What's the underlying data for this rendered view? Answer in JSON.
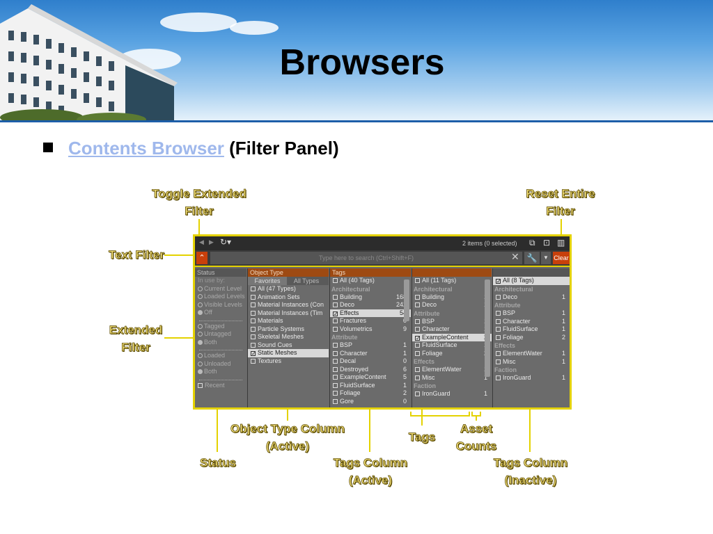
{
  "slide": {
    "title": "Browsers",
    "bullet_link": "Contents Browser",
    "bullet_rest": " (Filter Panel)"
  },
  "toolbar": {
    "selection": "2 items (0 selected)"
  },
  "search": {
    "placeholder": "Type here to search (Ctrl+Shift+F)",
    "clear": "Clear"
  },
  "status_col": {
    "header": "Status",
    "group1_label": "In use by:",
    "group1": [
      "Current Level",
      "Loaded Levels",
      "Visible Levels",
      "Off"
    ],
    "group2": [
      "Tagged",
      "Untagged",
      "Both"
    ],
    "group3": [
      "Loaded",
      "Unloaded",
      "Both"
    ],
    "recent": "Recent"
  },
  "object_col": {
    "header": "Object Type",
    "tab_fav": "Favorites",
    "tab_all": "All Types",
    "items": [
      "All (47 Types)",
      "Animation Sets",
      "Material Instances (Con",
      "Material Instances (Tim",
      "Materials",
      "Particle Systems",
      "Skeletal Meshes",
      "Sound Cues",
      "Static Meshes",
      "Textures"
    ]
  },
  "tags_col1": {
    "header": "Tags",
    "all": "All (40 Tags)",
    "cat1": "Architectural",
    "arch": [
      {
        "name": "Building",
        "count": "168"
      },
      {
        "name": "Deco",
        "count": "242"
      },
      {
        "name": "Effects",
        "count": "54"
      },
      {
        "name": "Fractures",
        "count": "0"
      },
      {
        "name": "Volumetrics",
        "count": "9"
      }
    ],
    "cat2": "Attribute",
    "attr": [
      {
        "name": "BSP",
        "count": "1"
      },
      {
        "name": "Character",
        "count": "1"
      },
      {
        "name": "Decal",
        "count": "0"
      },
      {
        "name": "Destroyed",
        "count": "6"
      },
      {
        "name": "ExampleContent",
        "count": "5"
      },
      {
        "name": "FluidSurface",
        "count": "1"
      },
      {
        "name": "Foliage",
        "count": "2"
      },
      {
        "name": "Gore",
        "count": "0"
      }
    ]
  },
  "tags_col2": {
    "all": "All (11 Tags)",
    "cat1": "Architectural",
    "arch": [
      {
        "name": "Building",
        "count": "1"
      },
      {
        "name": "Deco",
        "count": "1"
      }
    ],
    "cat2": "Attribute",
    "attr": [
      {
        "name": "BSP",
        "count": "1"
      },
      {
        "name": "Character",
        "count": "1"
      },
      {
        "name": "ExampleContent",
        "count": "2"
      },
      {
        "name": "FluidSurface",
        "count": "1"
      },
      {
        "name": "Foliage",
        "count": "2"
      }
    ],
    "cat3": "Effects",
    "eff": [
      {
        "name": "ElementWater",
        "count": "1"
      },
      {
        "name": "Misc",
        "count": "1"
      }
    ],
    "cat4": "Faction",
    "fac": [
      {
        "name": "IronGuard",
        "count": "1"
      }
    ]
  },
  "tags_col3": {
    "all": "All (8 Tags)",
    "cat1": "Architectural",
    "arch": [
      {
        "name": "Deco",
        "count": "1"
      }
    ],
    "cat2": "Attribute",
    "attr": [
      {
        "name": "BSP",
        "count": "1"
      },
      {
        "name": "Character",
        "count": "1"
      },
      {
        "name": "FluidSurface",
        "count": "1"
      },
      {
        "name": "Foliage",
        "count": "2"
      }
    ],
    "cat3": "Effects",
    "eff": [
      {
        "name": "ElementWater",
        "count": "1"
      },
      {
        "name": "Misc",
        "count": "1"
      }
    ],
    "cat4": "Faction",
    "fac": [
      {
        "name": "IronGuard",
        "count": "1"
      }
    ]
  },
  "annotations": {
    "toggle_extended": "Toggle Extended\nFilter",
    "reset_filter": "Reset Entire\nFilter",
    "text_filter": "Text Filter",
    "extended_filter": "Extended\nFilter",
    "object_type_col": "Object Type Column\n(Active)",
    "tags": "Tags",
    "asset_counts": "Asset\nCounts",
    "status": "Status",
    "tags_col_active": "Tags Column\n(Active)",
    "tags_col_inactive": "Tags Column\n(Inactive)"
  }
}
